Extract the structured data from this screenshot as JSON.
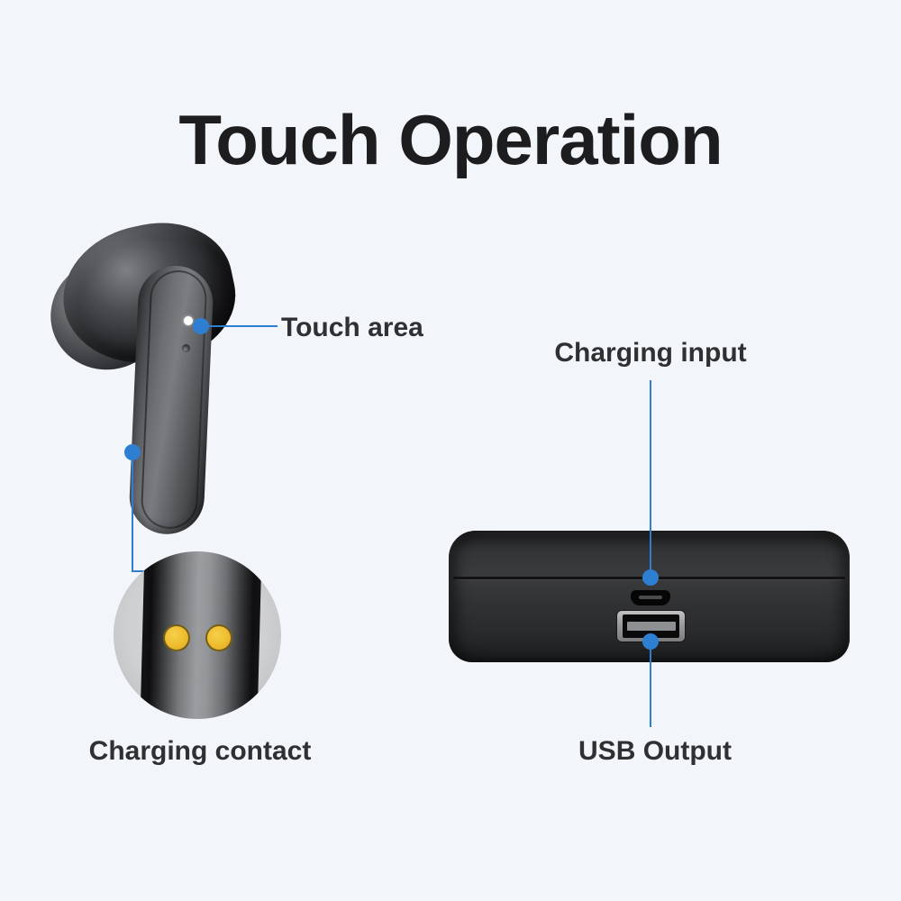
{
  "title": "Touch Operation",
  "callouts": {
    "touch_area": {
      "label": "Touch area"
    },
    "charging_input": {
      "label": "Charging input"
    },
    "charging_contact": {
      "label": "Charging contact"
    },
    "usb_output": {
      "label": "USB Output"
    }
  },
  "colors": {
    "background": "#f2f5f9",
    "accent_blue": "#2e7fd1",
    "title_text": "#1d1d1f",
    "label_text": "#2f3032",
    "contact_gold": "#eebd2e",
    "device_dark": "#2a2b2d"
  }
}
